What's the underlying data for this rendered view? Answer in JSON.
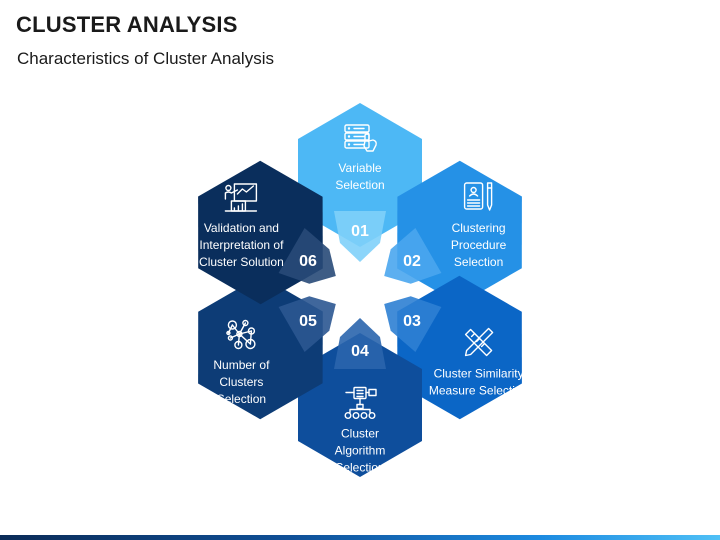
{
  "header": {
    "title": "CLUSTER ANALYSIS",
    "subtitle": "Characteristics of Cluster Analysis"
  },
  "segments": [
    {
      "number": "01",
      "lines": [
        "Variable",
        "Selection"
      ],
      "icon": "server-hand-icon",
      "color": "#4db8f5",
      "shade": "#7fd0fa"
    },
    {
      "number": "02",
      "lines": [
        "Clustering",
        "Procedure",
        "Selection"
      ],
      "icon": "document-pen-icon",
      "color": "#2591e6",
      "shade": "#4aa6ee"
    },
    {
      "number": "03",
      "lines": [
        "Cluster Similarity",
        "Measure Selection"
      ],
      "icon": "ruler-pencil-icon",
      "color": "#0b66c6",
      "shade": "#2d7fd3"
    },
    {
      "number": "04",
      "lines": [
        "Cluster",
        "Algorithm",
        "Selection"
      ],
      "icon": "algorithm-tree-icon",
      "color": "#0e4e9c",
      "shade": "#2a65ad"
    },
    {
      "number": "05",
      "lines": [
        "Number of",
        "Clusters",
        "Selection"
      ],
      "icon": "network-nodes-icon",
      "color": "#0d3c76",
      "shade": "#2b5791"
    },
    {
      "number": "06",
      "lines": [
        "Validation and",
        "Interpretation of",
        "Cluster Solution"
      ],
      "icon": "presentation-chart-icon",
      "color": "#0a2e5c",
      "shade": "#284a78"
    }
  ]
}
